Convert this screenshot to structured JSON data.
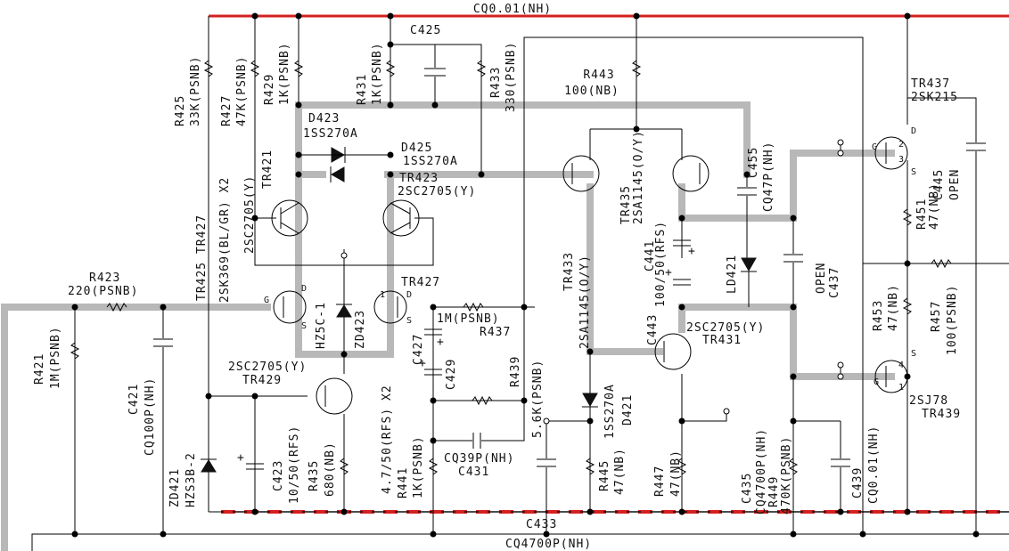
{
  "labels": {
    "cq0_01_top": "CQ0.01(NH)",
    "c425": "C425",
    "r425": "R425",
    "r425_v": "33K(PSNB)",
    "r427": "R427",
    "r427_v": "47K(PSNB)",
    "r429": "R429",
    "r429_v": "1K(PSNB)",
    "r431": "R431",
    "r431_v": "1K(PSNB)",
    "r433": "R433",
    "r433_v": "330(PSNB)",
    "r443": "R443",
    "r443_v": "100(NB)",
    "tr437": "TR437",
    "tr437_v": "2SK215",
    "d423": "D423",
    "d423_v": "1SS270A",
    "d425": "D425",
    "d425_v": "1SS270A",
    "tr421": "TR421",
    "tr421_v": "2SC2705(Y)",
    "tr423": "TR423",
    "tr423_v": "2SC2705(Y)",
    "tr425_427": "TR425 TR427",
    "tr425_v": "2SK369(BL/GR) X2",
    "tr433": "TR433",
    "tr433_v": "2SA1145(O/Y)",
    "tr435": "TR435",
    "tr435_v": "2SA1145(O/Y)",
    "c441": "C441",
    "c441_v": "100/50(RFS)",
    "c443": "C443",
    "c455": "C455",
    "c455_v": "CQ47P(NH)",
    "ld421": "LD421",
    "open_c437": "OPEN",
    "c437": "C437",
    "r451": "R451",
    "r451_v": "47(NB)",
    "c445": "C445",
    "c445_v": "OPEN",
    "r423": "R423",
    "r423_v": "220(PSNB)",
    "hz5c1": "HZ5C-1",
    "zd423": "ZD423",
    "tr427": "TR427",
    "r437_v": "1M(PSNB)",
    "r437": "R437",
    "c427": "C427",
    "c429": "C429",
    "c427_v": "4.7/50(RFS)",
    "x2": "X2",
    "r439": "R439",
    "r439_v": "5.6K(PSNB)",
    "tr431": "TR431",
    "tr431_v": "2SC2705(Y)",
    "r453": "R453",
    "r453_v": "47(NB)",
    "r457": "R457",
    "r457_v": "100(PSNB)",
    "r421": "R421",
    "r421_v": "1M(PSNB)",
    "c421": "C421",
    "c421_v": "CQ100P(NH)",
    "tr429": "TR429",
    "tr429_v": "2SC2705(Y)",
    "zd421": "ZD421",
    "zd421_v": "HZS3B-2",
    "c423": "C423",
    "c423_v": "10/50(RFS)",
    "r435": "R435",
    "r435_v": "680(NB)",
    "r441": "R441",
    "r441_v": "1K(PSNB)",
    "cq39p": "CQ39P(NH)",
    "c431": "C431",
    "r445": "R445",
    "r445_v": "47(NB)",
    "d421_v": "1SS270A",
    "d421": "D421",
    "r447": "R447",
    "r447_v": "47(NB)",
    "c435": "C435",
    "c435_v": "CQ4700P(NH)",
    "r449": "R449",
    "r449_v": "470K(PSNB)",
    "c439": "C439",
    "c439_v": "CQ0.01(NH)",
    "tr439": "TR439",
    "tr439_v": "2SJ78",
    "c433": "C433",
    "cq4700p": "CQ4700P(NH)",
    "pin_g": "G",
    "pin_d": "D",
    "pin_s": "S",
    "pin_1": "1",
    "pin_2": "2",
    "pin_3": "3",
    "pin_4": "4",
    "plus": "+"
  },
  "colors": {
    "positive_rail": "#d42020",
    "signal_path": "#b8b8b8",
    "wire": "#000000"
  }
}
